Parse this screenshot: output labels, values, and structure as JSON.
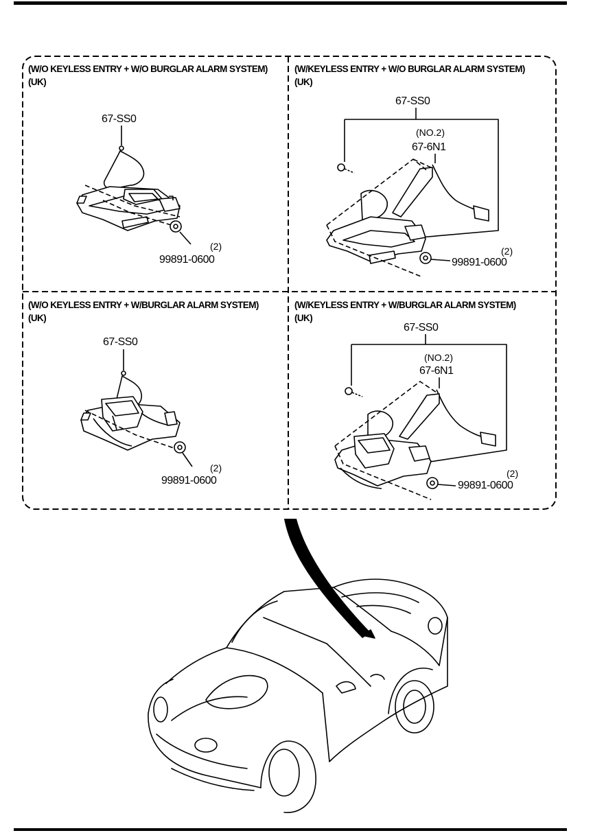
{
  "panels": [
    {
      "title": "(W/O KEYLESS ENTRY + W/O BURGLAR ALARM SYSTEM)",
      "region": "(UK)",
      "part_main": "67-SS0",
      "nut_part": "99891-0600",
      "nut_qty": "(2)"
    },
    {
      "title": "(W/KEYLESS ENTRY + W/O BURGLAR ALARM SYSTEM)",
      "region": "(UK)",
      "part_main": "67-SS0",
      "sub_no": "(NO.2)",
      "sub_part": "67-6N1",
      "nut_part": "99891-0600",
      "nut_qty": "(2)"
    },
    {
      "title": "(W/O KEYLESS ENTRY + W/BURGLAR ALARM SYSTEM)",
      "region": "(UK)",
      "part_main": "67-SS0",
      "nut_part": "99891-0600",
      "nut_qty": "(2)"
    },
    {
      "title": "(W/KEYLESS ENTRY + W/BURGLAR ALARM SYSTEM)",
      "region": "(UK)",
      "part_main": "67-SS0",
      "sub_no": "(NO.2)",
      "sub_part": "67-6N1",
      "nut_part": "99891-0600",
      "nut_qty": "(2)"
    }
  ]
}
